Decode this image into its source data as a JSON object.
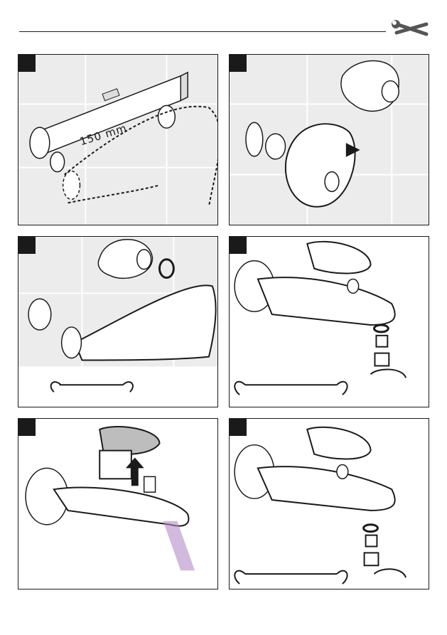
{
  "header": {
    "tools_icon": "wrench-screwdriver-icon"
  },
  "panels": [
    {
      "step": "",
      "dimension_label": "150 mm",
      "illustration": "level-and-dotted-mixer-outline"
    },
    {
      "step": "",
      "illustration": "cover-rosette-onto-eccentric"
    },
    {
      "step": "",
      "illustration": "tighten-nuts-with-wrench"
    },
    {
      "step": "",
      "illustration": "aerator-parts-with-wrench"
    },
    {
      "step": "",
      "illustration": "lift-lever-water-flow"
    },
    {
      "step": "",
      "illustration": "aerator-parts-with-wrench"
    }
  ],
  "colors": {
    "panel_bg": "#ececec",
    "ink": "#1a1a1a",
    "water": "#b48bc8"
  }
}
